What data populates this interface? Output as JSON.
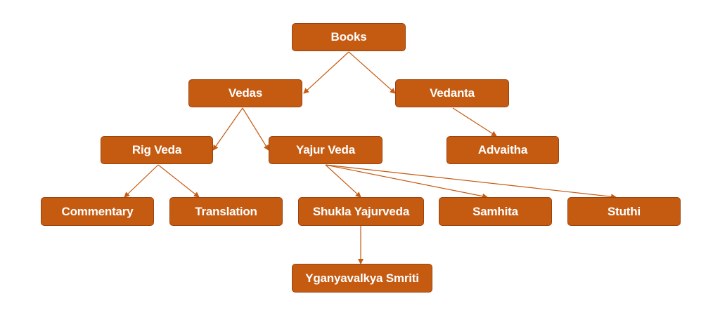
{
  "diagram": {
    "nodes": {
      "books": "Books",
      "vedas": "Vedas",
      "vedanta": "Vedanta",
      "rig_veda": "Rig Veda",
      "yajur_veda": "Yajur Veda",
      "advaitha": "Advaitha",
      "commentary": "Commentary",
      "translation": "Translation",
      "shukla_yajurveda": "Shukla Yajurveda",
      "samhita": "Samhita",
      "stuthi": "Stuthi",
      "yganyavalkya_smriti": "Yganyavalkya Smriti"
    },
    "edges": [
      [
        "books",
        "vedas"
      ],
      [
        "books",
        "vedanta"
      ],
      [
        "vedas",
        "rig_veda"
      ],
      [
        "vedas",
        "yajur_veda"
      ],
      [
        "vedanta",
        "advaitha"
      ],
      [
        "rig_veda",
        "commentary"
      ],
      [
        "rig_veda",
        "translation"
      ],
      [
        "yajur_veda",
        "shukla_yajurveda"
      ],
      [
        "yajur_veda",
        "samhita"
      ],
      [
        "yajur_veda",
        "stuthi"
      ],
      [
        "shukla_yajurveda",
        "yganyavalkya_smriti"
      ]
    ],
    "colors": {
      "node_fill": "#c55a11",
      "node_border": "#9a4410",
      "node_text": "#ffffff",
      "connector": "#c55a11",
      "background": "#ffffff"
    }
  }
}
